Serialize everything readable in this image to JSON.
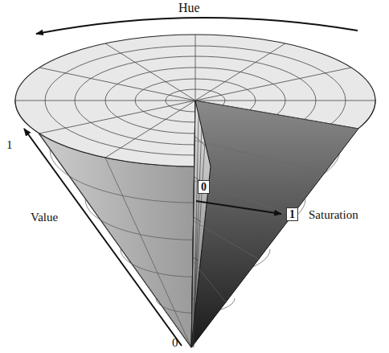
{
  "diagram": {
    "labels": [
      "Hue",
      "1",
      "Value",
      "0",
      "0",
      "1",
      "Saturation"
    ]
  }
}
